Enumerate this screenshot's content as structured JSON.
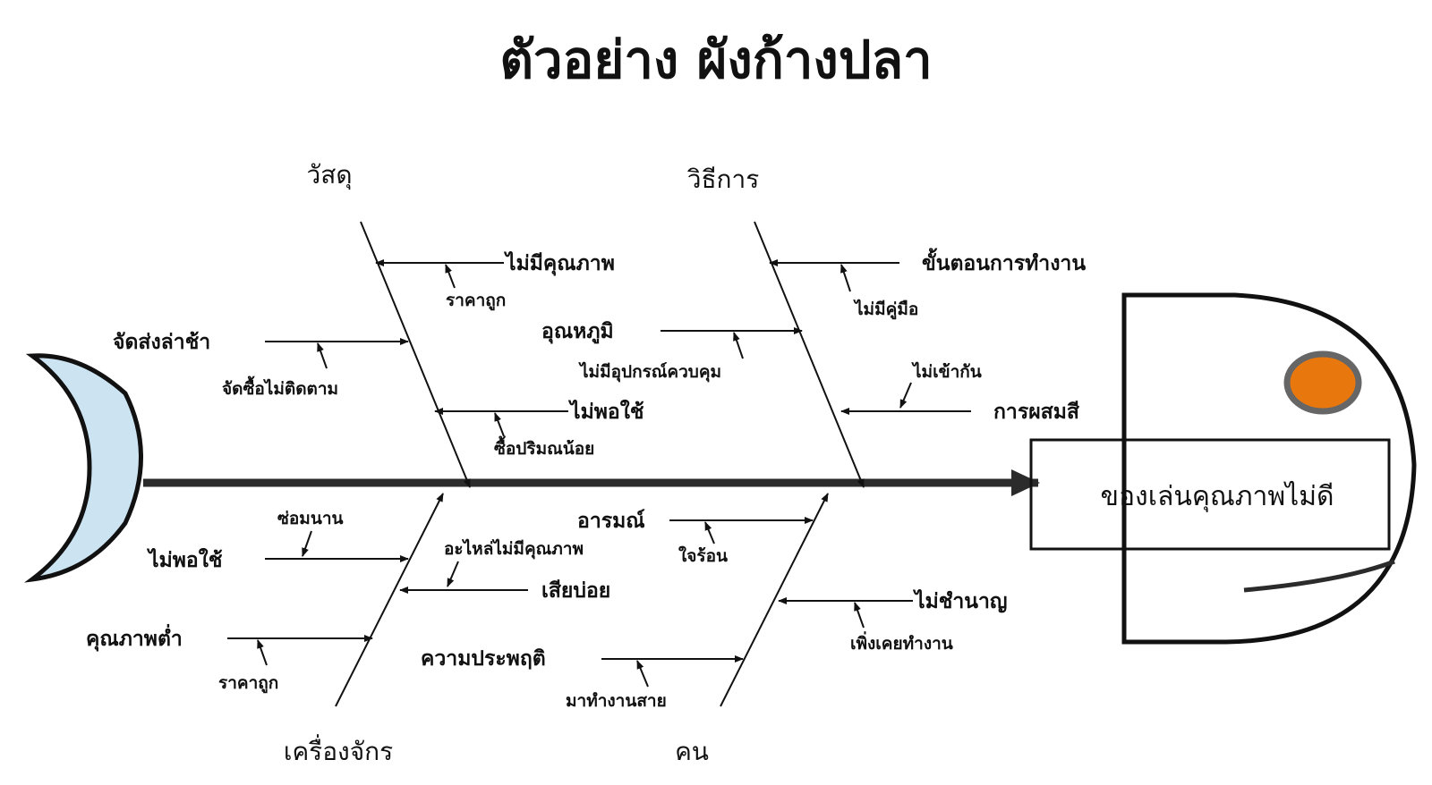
{
  "title": "ตัวอย่าง ผังก้างปลา",
  "problem": "ของเล่นคุณภาพไม่ดี",
  "colors": {
    "tail_fill": "#cce3f2",
    "eye_fill": "#e8770e",
    "eye_ring": "#666666",
    "line": "#111111",
    "spine": "#2b2b2b"
  },
  "categories": {
    "materials": "วัสดุ",
    "methods": "วิธีการ",
    "machines": "เครื่องจักร",
    "people": "คน"
  },
  "causes": {
    "materials_quality": "ไม่มีคุณภาพ",
    "materials_quality_sub": "ราคาถูก",
    "materials_late": "จัดส่งล่าช้า",
    "materials_late_sub": "จัดซื้อไม่ติดตาม",
    "materials_insufficient": "ไม่พอใช้",
    "materials_insufficient_sub": "ซื้อปริมณน้อย",
    "methods_steps": "ขั้นตอนการทำงาน",
    "methods_steps_sub": "ไม่มีคู่มือ",
    "methods_temp": "อุณหภูมิ",
    "methods_temp_sub": "ไม่มีอุปกรณ์ควบคุม",
    "methods_mixing": "การผสมสี",
    "methods_mixing_sub": "ไม่เข้ากัน",
    "machines_insufficient": "ไม่พอใช้",
    "machines_insufficient_sub": "ซ่อมนาน",
    "machines_breakdown": "เสียบ่อย",
    "machines_breakdown_sub": "อะไหล่ไม่มีคุณภาพ",
    "machines_lowquality": "คุณภาพต่ำ",
    "machines_lowquality_sub": "ราคาถูก",
    "people_emotion": "อารมณ์",
    "people_emotion_sub": "ใจร้อน",
    "people_unskilled": "ไม่ชำนาญ",
    "people_unskilled_sub": "เพิ่งเคยทำงาน",
    "people_behavior": "ความประพฤติ",
    "people_behavior_sub": "มาทำงานสาย"
  }
}
